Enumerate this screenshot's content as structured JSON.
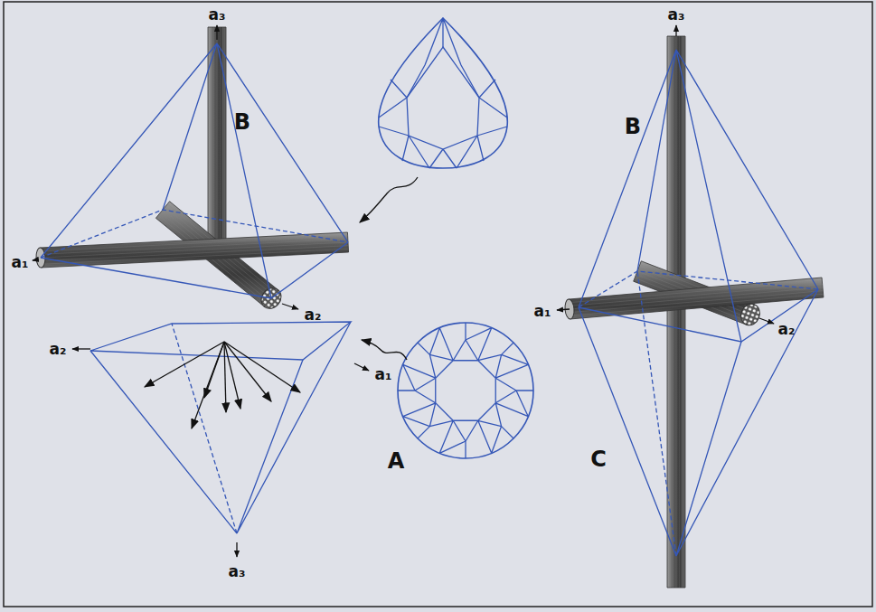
{
  "diagram": {
    "labels": [
      "a₃",
      "B",
      "a₃",
      "B",
      "a₁",
      "a₁",
      "a₂",
      "a₂",
      "a₂",
      "a₁",
      "A",
      "C",
      "a₃"
    ]
  }
}
